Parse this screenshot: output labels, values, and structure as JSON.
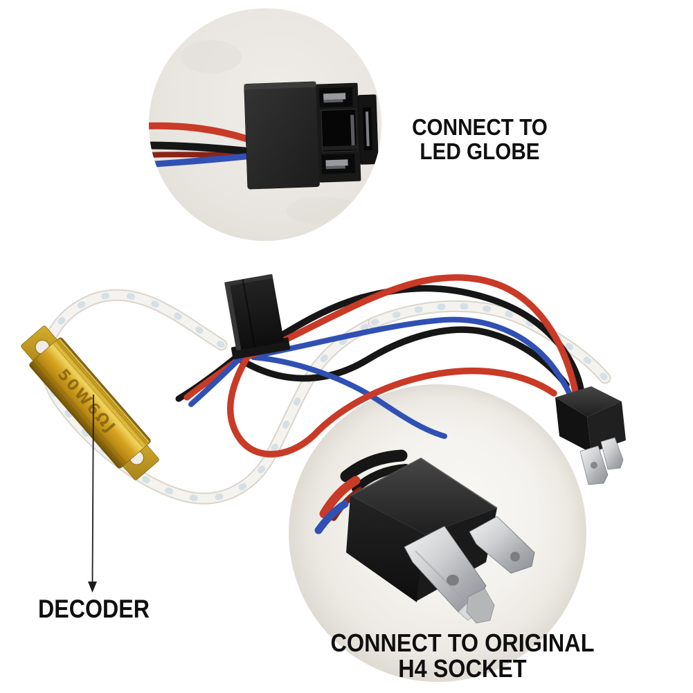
{
  "annotations": {
    "led_globe": "CONNECT TO LED GLOBE",
    "h4_socket": "CONNECT TO ORIGINAL H4 SOCKET",
    "decoder": "DECODER"
  },
  "markings": {
    "resistor": "50W6ΩJ"
  },
  "parts": {
    "inset": "led-globe-connector-closeup",
    "middle_connector": "h4-female-connector-back",
    "decoder": "gold-load-resistor",
    "right_plug": "h4-male-plug",
    "bottom_plug": "h4-male-plug-closeup",
    "cable": "white-braided-sleeve-with-red-blue-black-wires"
  },
  "colors": {
    "page_bg": "#ffffff",
    "label_text": "#0f0f0f",
    "wire_red": "#c93a27",
    "wire_red_dark": "#8a2417",
    "wire_blue": "#3050b4",
    "wire_black": "#161616",
    "sleeve_white": "#f5f3ef",
    "sleeve_edge": "#d9d5cc",
    "sleeve_speckle": "#bad0de",
    "resistor_gold": "#d2a01f",
    "connector_black": "#1d1d1d",
    "terminal_silver": "#c7c8ca",
    "inset_bg": "#e9e6e1"
  }
}
